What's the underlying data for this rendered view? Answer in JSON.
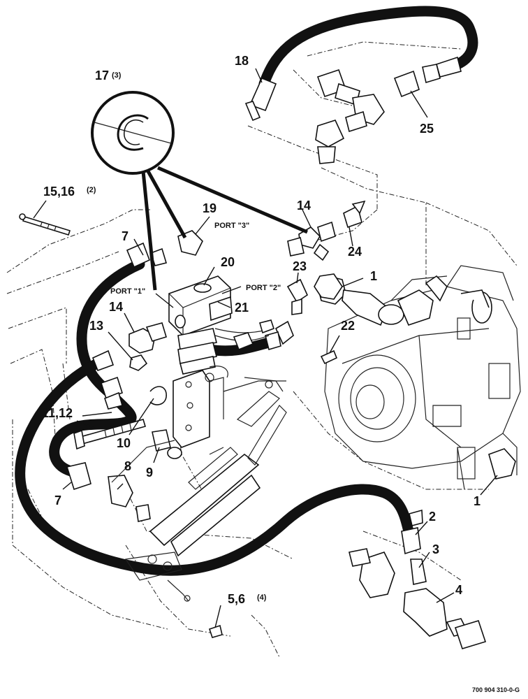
{
  "diagram": {
    "callouts": {
      "c1a": "1",
      "c1b": "1",
      "c2": "2",
      "c3": "3",
      "c4": "4",
      "c56": "5,6",
      "c56_qty": "(4)",
      "c7a": "7",
      "c7b": "7",
      "c8": "8",
      "c9": "9",
      "c10": "10",
      "c1112": "11,12",
      "c13": "13",
      "c14a": "14",
      "c14b": "14",
      "c1516": "15,16",
      "c1516_qty": "(2)",
      "c17": "17",
      "c17_qty": "(3)",
      "c18": "18",
      "c19": "19",
      "c20": "20",
      "c21": "21",
      "c22": "22",
      "c23": "23",
      "c24": "24",
      "c25": "25"
    },
    "ports": {
      "p1": "PORT \"1\"",
      "p2": "PORT \"2\"",
      "p3": "PORT \"3\""
    },
    "document_number": "700 904 310-0-G"
  }
}
